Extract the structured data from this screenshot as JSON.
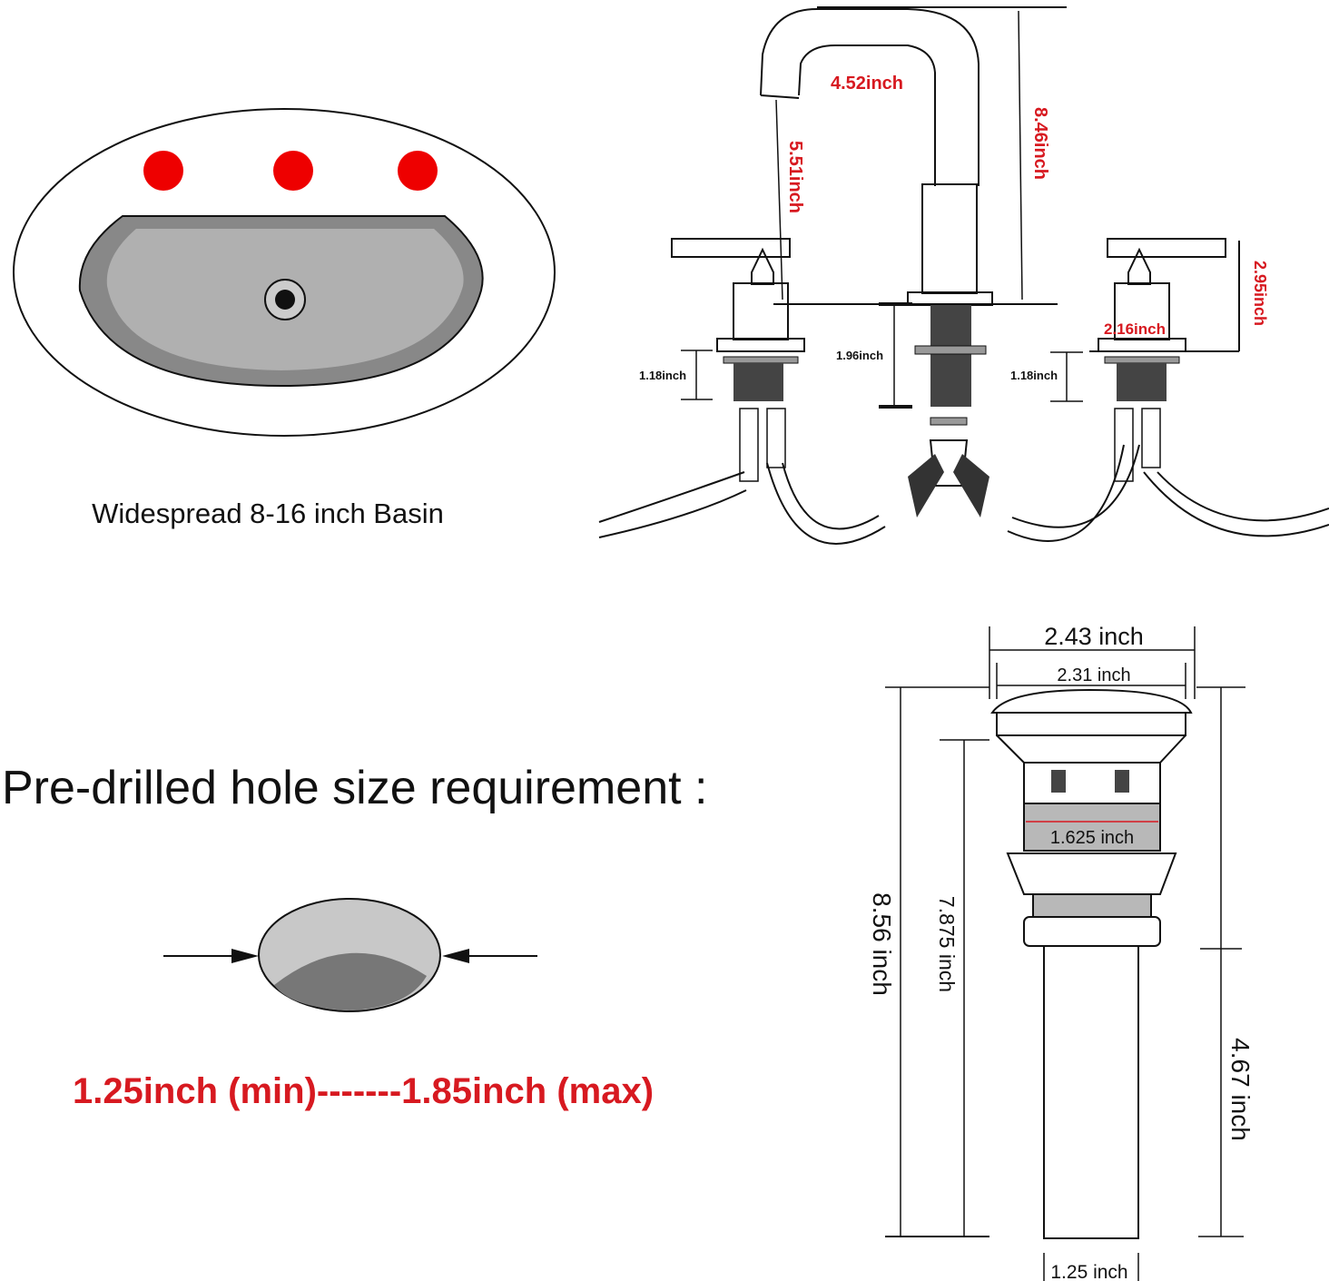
{
  "basin": {
    "caption": "Widespread 8-16 inch Basin",
    "hole_color": "#ee0000"
  },
  "faucet": {
    "spout_reach": "4.52inch",
    "spout_height": "5.51inch",
    "total_height": "8.46inch",
    "handle_height": "2.95inch",
    "handle_spacing": "2.16inch",
    "left_shank": "1.18inch",
    "center_shank": "1.96inch",
    "right_shank": "1.18inch"
  },
  "hole": {
    "heading": "Pre-drilled hole size requirement :",
    "range": "1.25inch (min)-------1.85inch (max)"
  },
  "drain": {
    "top_outer": "2.43 inch",
    "top_inner": "2.31 inch",
    "body": "1.625 inch",
    "total_height": "8.56 inch",
    "inner_height": "7.875 inch",
    "tail_height": "4.67 inch",
    "tail_diameter": "1.25 inch"
  },
  "colors": {
    "accent_red": "#d71920",
    "gray": "#a8a8a8"
  }
}
